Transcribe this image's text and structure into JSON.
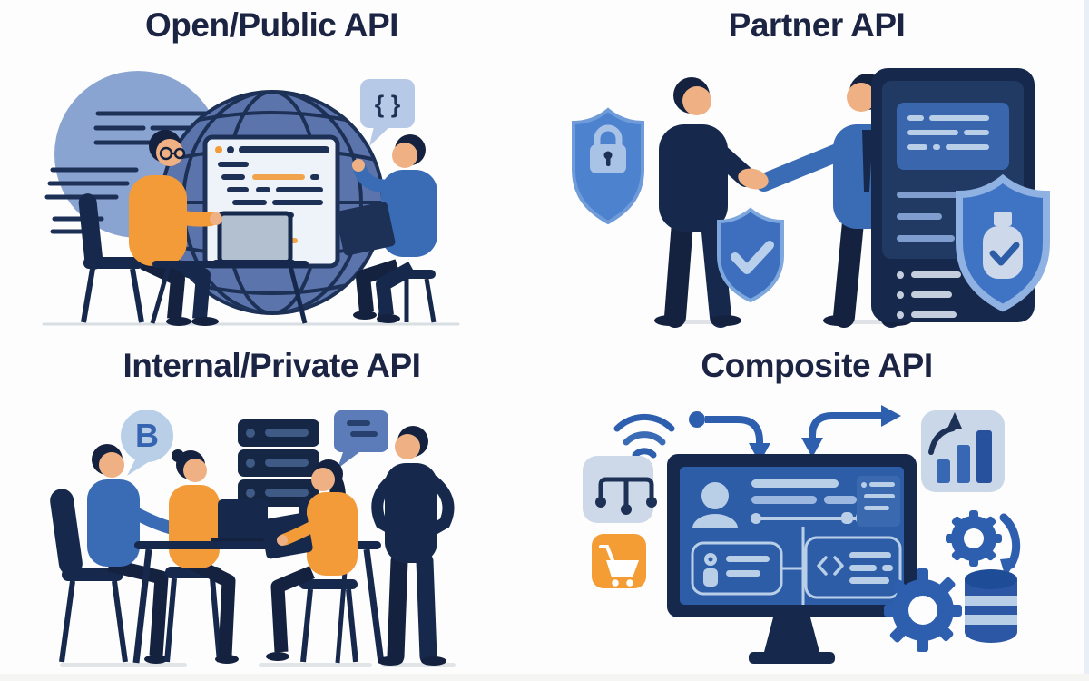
{
  "quadrants": [
    {
      "id": "open-public-api",
      "title": "Open/Public API",
      "bubble_text": "{ }",
      "icons": [
        "globe-icon",
        "code-window-icon",
        "braces-speech-bubble-icon",
        "chat-circle-icon",
        "laptop-icon",
        "developer-figure",
        "developer-figure"
      ]
    },
    {
      "id": "partner-api",
      "title": "Partner API",
      "icons": [
        "lock-shield-icon",
        "handshake-icon",
        "check-shield-icon",
        "tablet-document-icon",
        "verified-lock-shield-icon",
        "businessman-figure",
        "businessman-figure"
      ]
    },
    {
      "id": "internal-private-api",
      "title": "Internal/Private API",
      "bubble_text": "B",
      "icons": [
        "letter-speech-bubble-icon",
        "server-rack-icon",
        "chat-rect-bubble-icon",
        "laptop-icon",
        "team-member-figure",
        "team-member-figure",
        "team-member-figure",
        "team-member-figure"
      ]
    },
    {
      "id": "composite-api",
      "title": "Composite API",
      "icons": [
        "wifi-icon",
        "curved-arrow-icon",
        "double-arrow-icon",
        "branch-pins-icon",
        "shopping-cart-icon",
        "dashboard-monitor-icon",
        "bar-chart-growth-icon",
        "gear-icon",
        "gear-sync-icon",
        "database-icon"
      ]
    }
  ],
  "colors": {
    "background": "#fdfdfd",
    "title_navy": "#1c2444",
    "deep_navy": "#14213f",
    "navy": "#16294d",
    "line_navy": "#1d3056",
    "blue": "#3a6cb5",
    "globe_blue": "#5b74ab",
    "shield_blue": "#4d82cf",
    "light_circle_blue": "#8aa4d2",
    "pale_blue": "#b9cfe8",
    "pale_panel": "#cdd9e8",
    "orange": "#f29b38",
    "skin": "#efb184",
    "ground_gray": "#d9dee3"
  }
}
